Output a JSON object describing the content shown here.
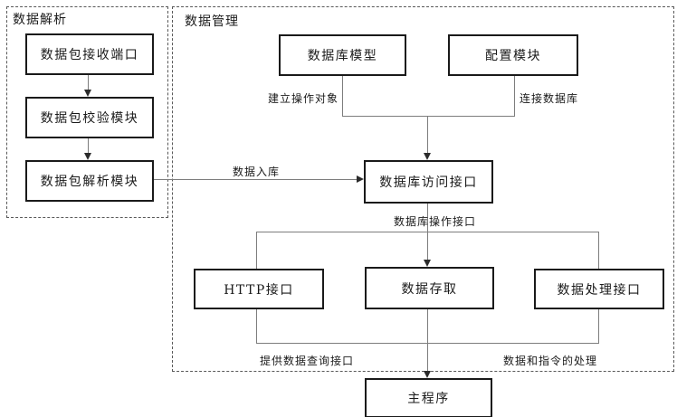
{
  "groups": {
    "parsing": {
      "title": "数据解析"
    },
    "management": {
      "title": "数据管理"
    }
  },
  "nodes": {
    "receive": {
      "label": "数据包接收端口"
    },
    "verify": {
      "label": "数据包校验模块"
    },
    "parse": {
      "label": "数据包解析模块"
    },
    "db_model": {
      "label": "数据库模型"
    },
    "config": {
      "label": "配置模块"
    },
    "db_access": {
      "label": "数据库访问接口"
    },
    "http": {
      "label": "HTTP接口"
    },
    "storage": {
      "label": "数据存取"
    },
    "process": {
      "label": "数据处理接口"
    },
    "main": {
      "label": "主程序"
    }
  },
  "edge_labels": {
    "create_object": "建立操作对象",
    "connect_db": "连接数据库",
    "data_in": "数据入库",
    "db_op_interface": "数据库操作接口",
    "query_interface": "提供数据查询接口",
    "data_cmd": "数据和指令的处理"
  },
  "colors": {
    "background": "#ffffff",
    "line": "#7d7d7d",
    "box_border": "#1a1a1a",
    "dashed_border": "#595959",
    "text": "#1a1a1a"
  }
}
